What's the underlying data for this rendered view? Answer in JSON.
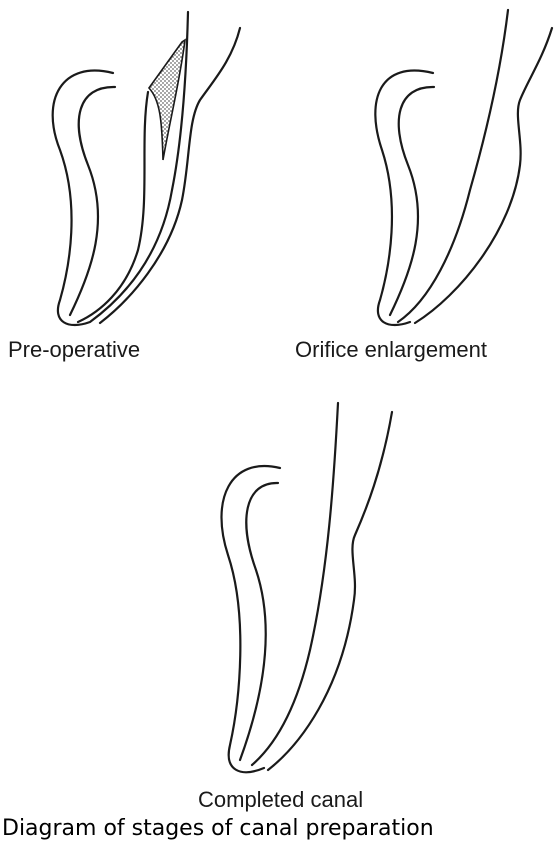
{
  "panels": [
    {
      "id": "pre",
      "label": "Pre-operative"
    },
    {
      "id": "orifice",
      "label": "Orifice enlargement"
    },
    {
      "id": "completed",
      "label": "Completed canal"
    }
  ],
  "caption": "Diagram of stages of canal preparation",
  "colors": {
    "line": "#1a1a1a",
    "shading": "#9a9a9a",
    "background": "#ffffff"
  }
}
